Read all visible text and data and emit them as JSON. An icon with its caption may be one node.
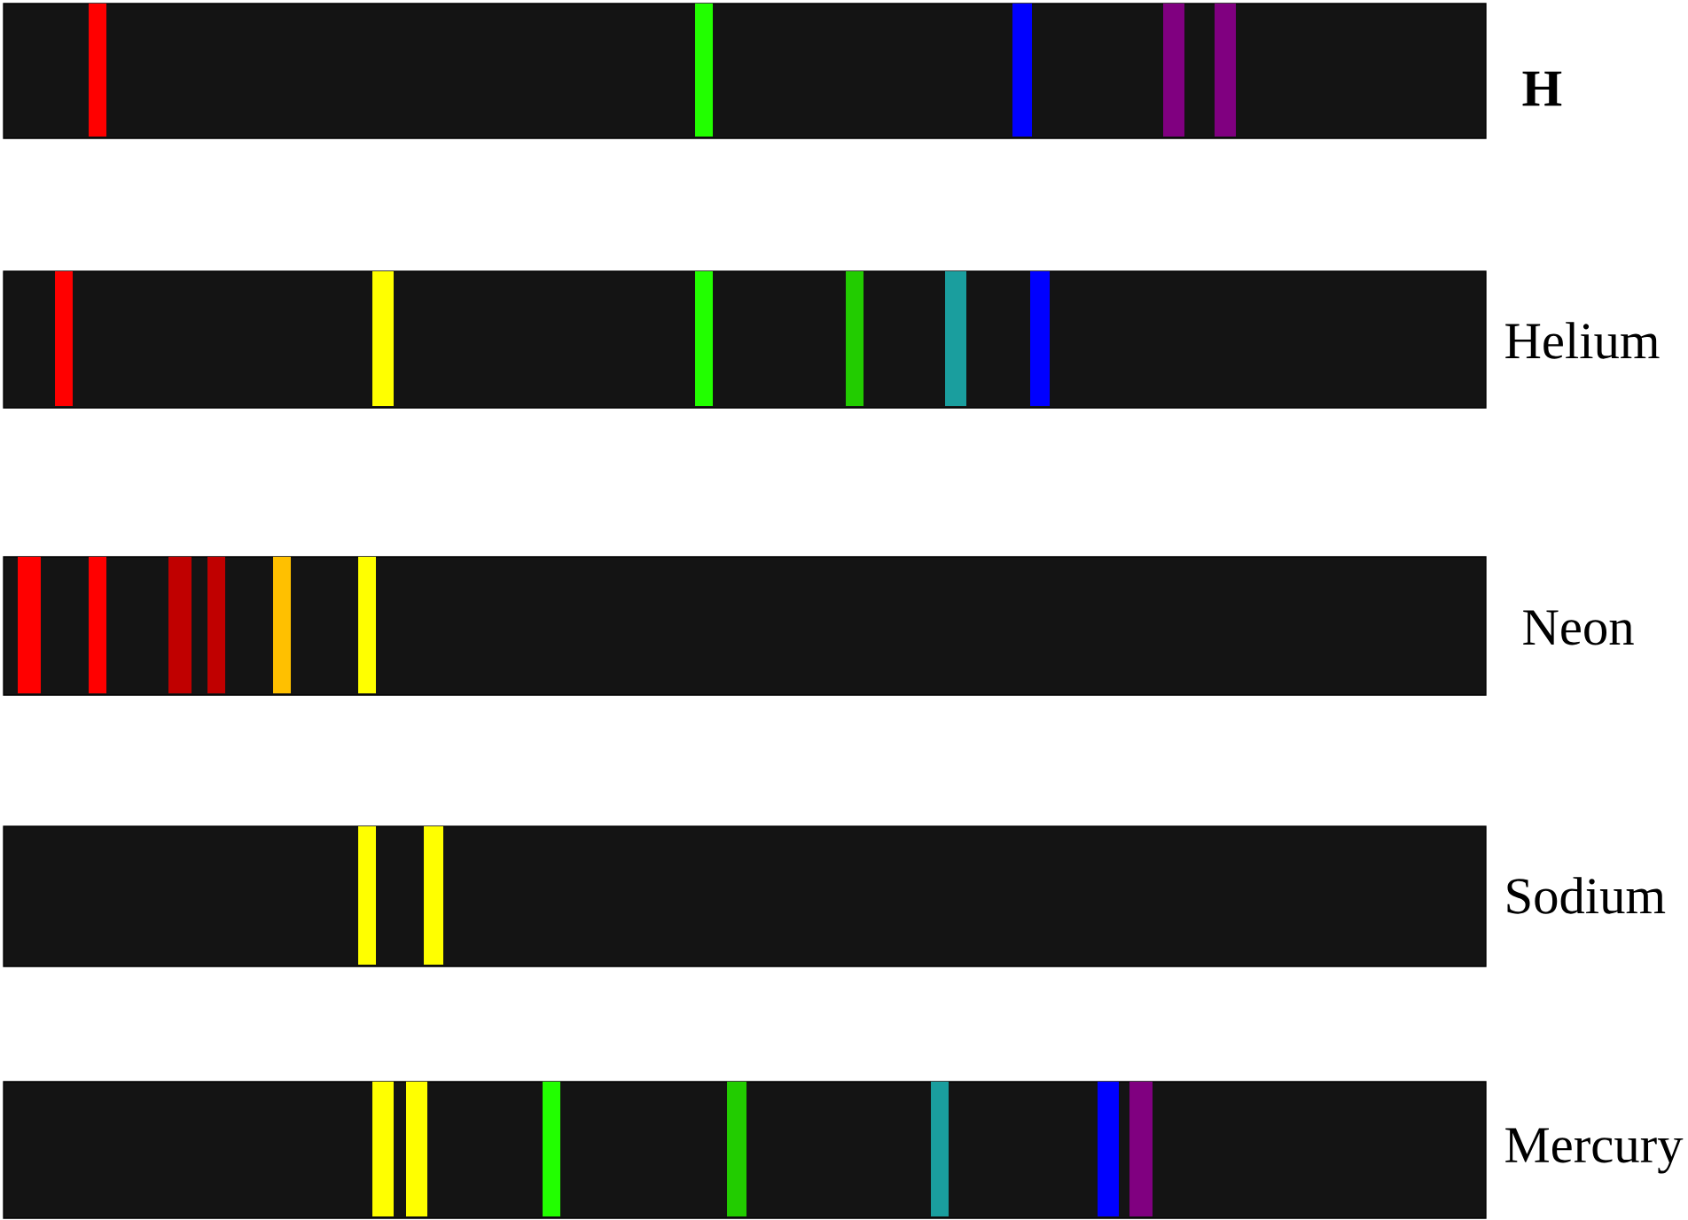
{
  "diagram": {
    "labels": [
      "H",
      "Helium",
      "Neon",
      "Sodium",
      "Mercury"
    ]
  }
}
